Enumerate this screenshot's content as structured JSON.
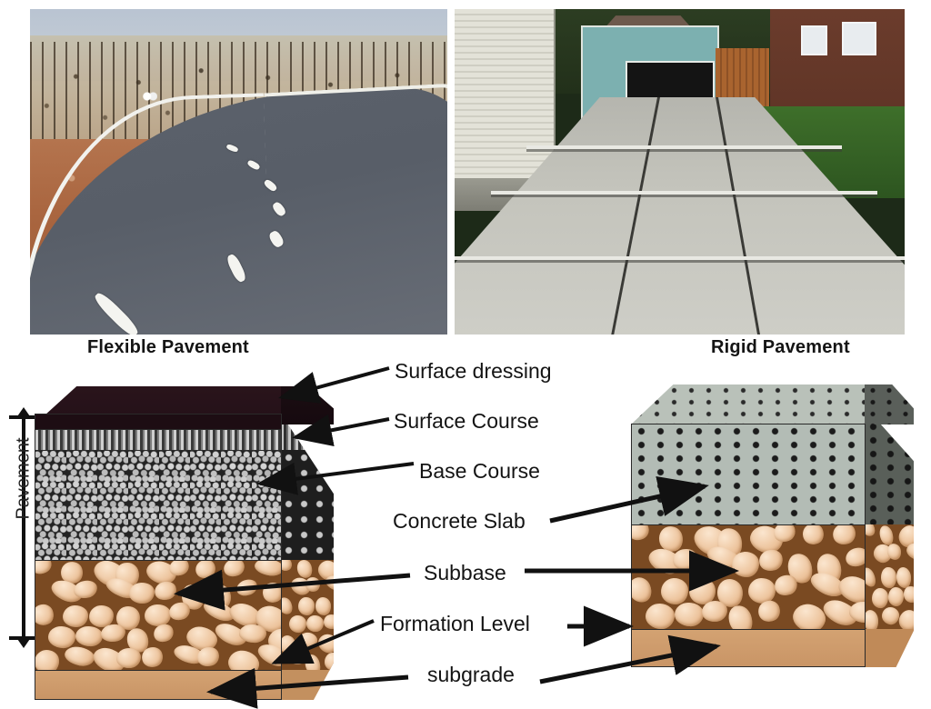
{
  "figure": {
    "title_flexible": "Flexible Pavement",
    "title_rigid": "Rigid Pavement",
    "pavement_bracket_label": "Pavement"
  },
  "photos": [
    {
      "name": "flexible-pavement-photo",
      "caption": "Flexible Pavement",
      "subject": "asphalt road curving through dry forest"
    },
    {
      "name": "rigid-pavement-photo",
      "caption": "Rigid Pavement",
      "subject": "jointed concrete driveway leading to a garage"
    }
  ],
  "labels": [
    {
      "id": "surface-dressing",
      "text": "Surface dressing"
    },
    {
      "id": "surface-course",
      "text": "Surface Course"
    },
    {
      "id": "base-course",
      "text": "Base Course"
    },
    {
      "id": "concrete-slab",
      "text": "Concrete Slab"
    },
    {
      "id": "subbase",
      "text": "Subbase"
    },
    {
      "id": "formation-level",
      "text": "Formation Level"
    },
    {
      "id": "subgrade",
      "text": "subgrade"
    }
  ],
  "flexible_layers": [
    {
      "name": "Surface dressing",
      "color": "#1d0d13"
    },
    {
      "name": "Surface Course",
      "color": "#3a3a3a"
    },
    {
      "name": "Base Course",
      "color": "#232323"
    },
    {
      "name": "Subbase",
      "color": "#7a4a22"
    },
    {
      "name": "subgrade",
      "color": "#cc9966"
    }
  ],
  "rigid_layers": [
    {
      "name": "Concrete Slab",
      "color": "#b3bcb5"
    },
    {
      "name": "Subbase",
      "color": "#7a4a22"
    },
    {
      "name": "subgrade",
      "color": "#cc9966"
    }
  ],
  "colors": {
    "asphalt": "#1d0d13",
    "base_course": "#232323",
    "aggregate_stone": "#f0cba3",
    "aggregate_matrix": "#7a4a22",
    "subgrade": "#cc9966",
    "concrete": "#b3bcb5",
    "text": "#141414",
    "leader": "#111111",
    "background": "#ffffff"
  }
}
